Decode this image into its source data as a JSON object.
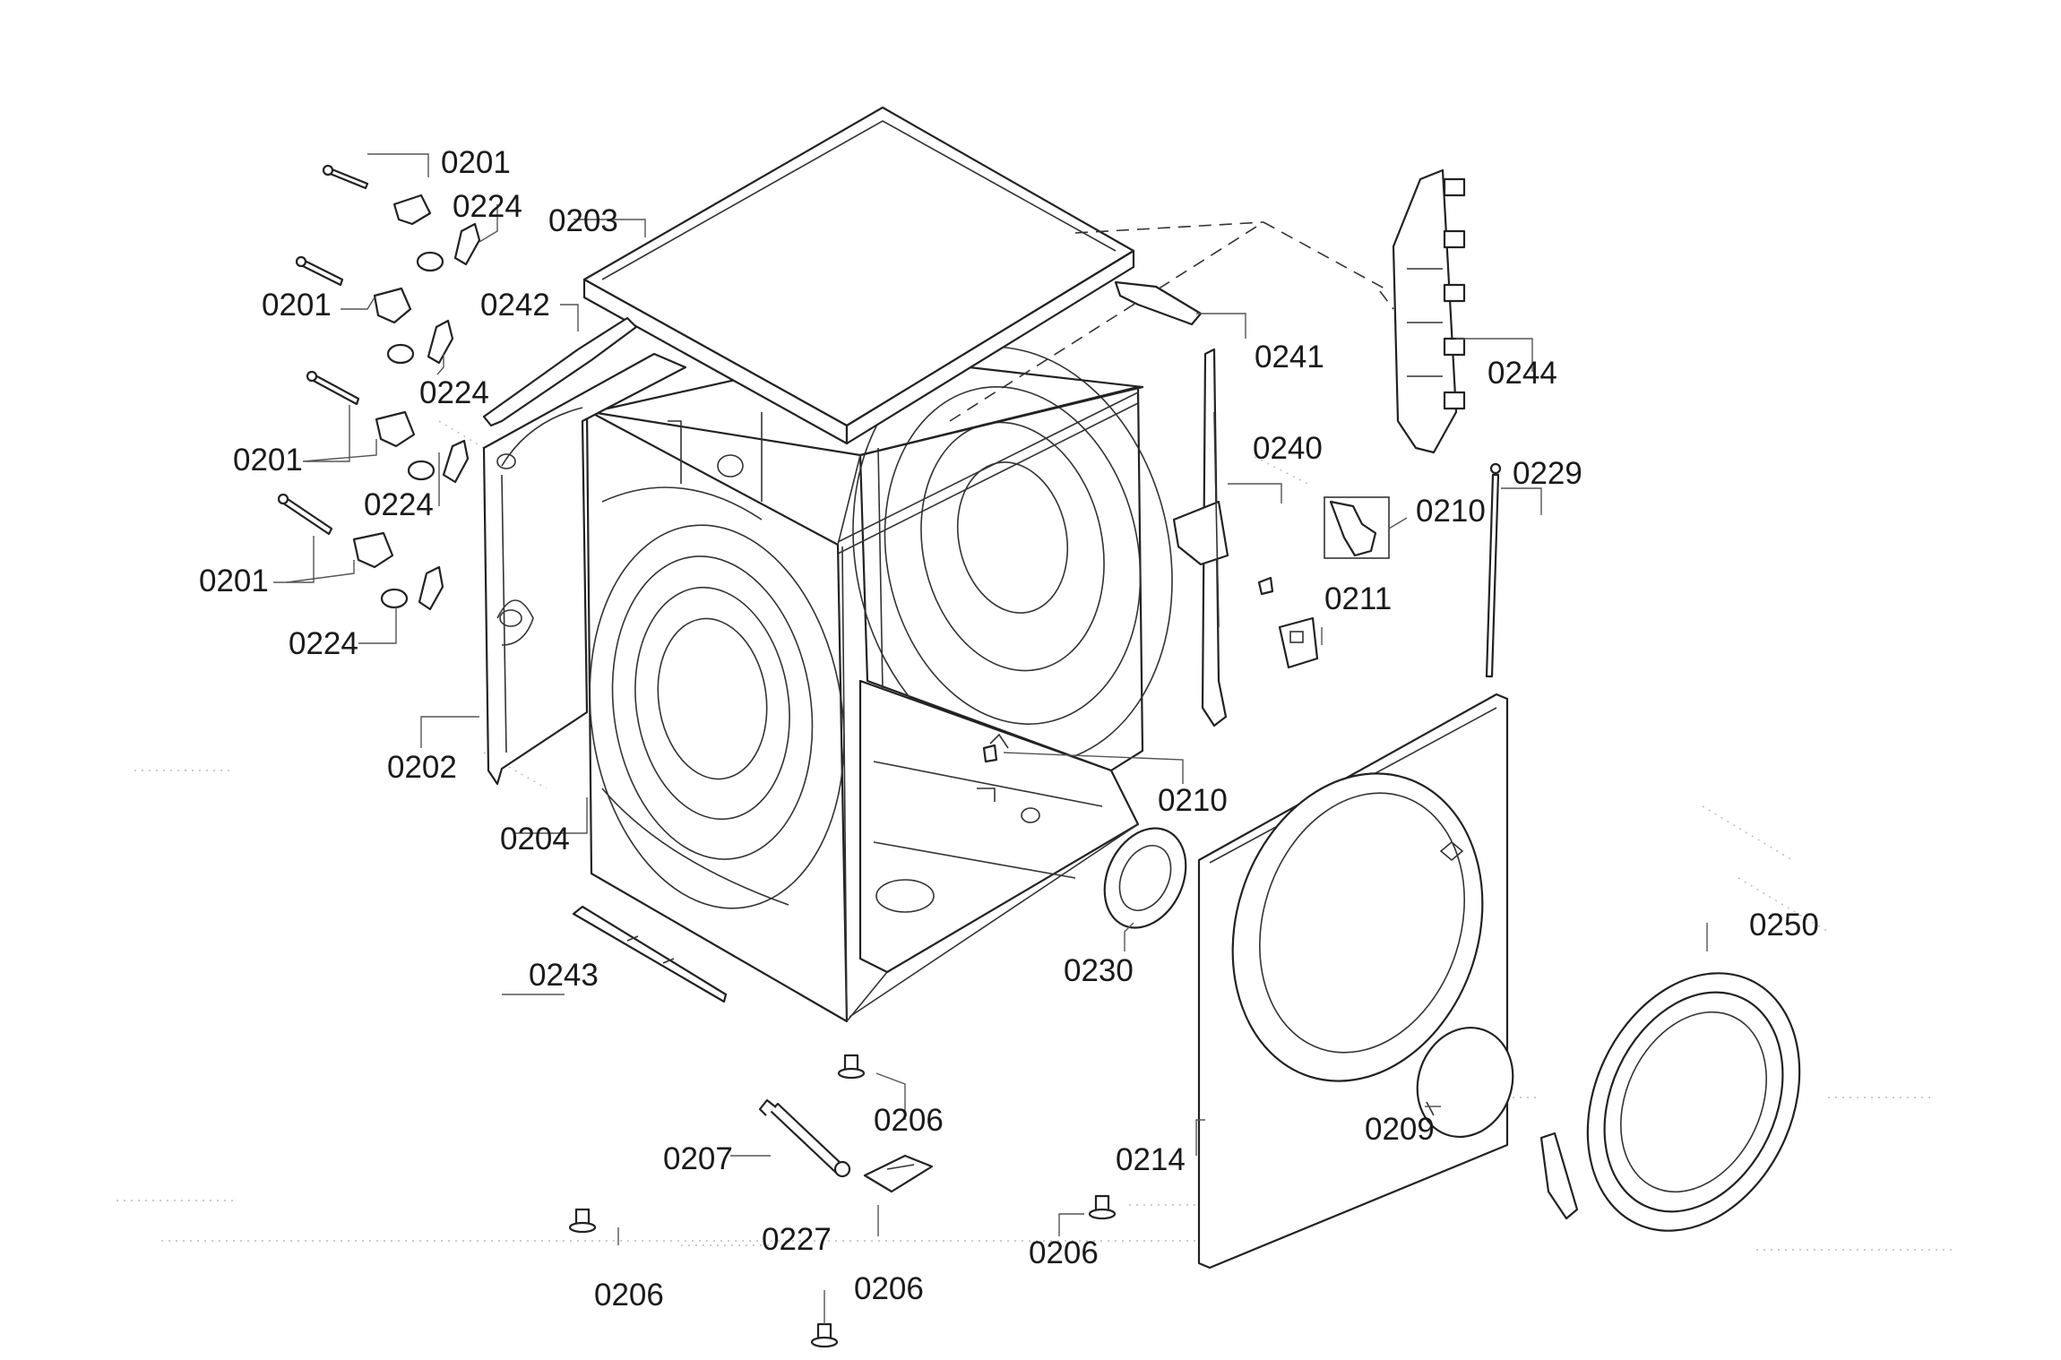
{
  "labels": {
    "l0201a": "0201",
    "l0224a": "0224",
    "l0203": "0203",
    "l0201b": "0201",
    "l0242": "0242",
    "l0224b": "0224",
    "l0201c": "0201",
    "l0224c": "0224",
    "l0201d": "0201",
    "l0224d": "0224",
    "l0202": "0202",
    "l0204": "0204",
    "l0243": "0243",
    "l0241": "0241",
    "l0244": "0244",
    "l0240": "0240",
    "l0229": "0229",
    "l0210a": "0210",
    "l0211": "0211",
    "l0210b": "0210",
    "l0230": "0230",
    "l0250": "0250",
    "l0206a": "0206",
    "l0207": "0207",
    "l0227": "0227",
    "l0206b": "0206",
    "l0206c": "0206",
    "l0206d": "0206",
    "l0214": "0214",
    "l0209": "0209"
  }
}
